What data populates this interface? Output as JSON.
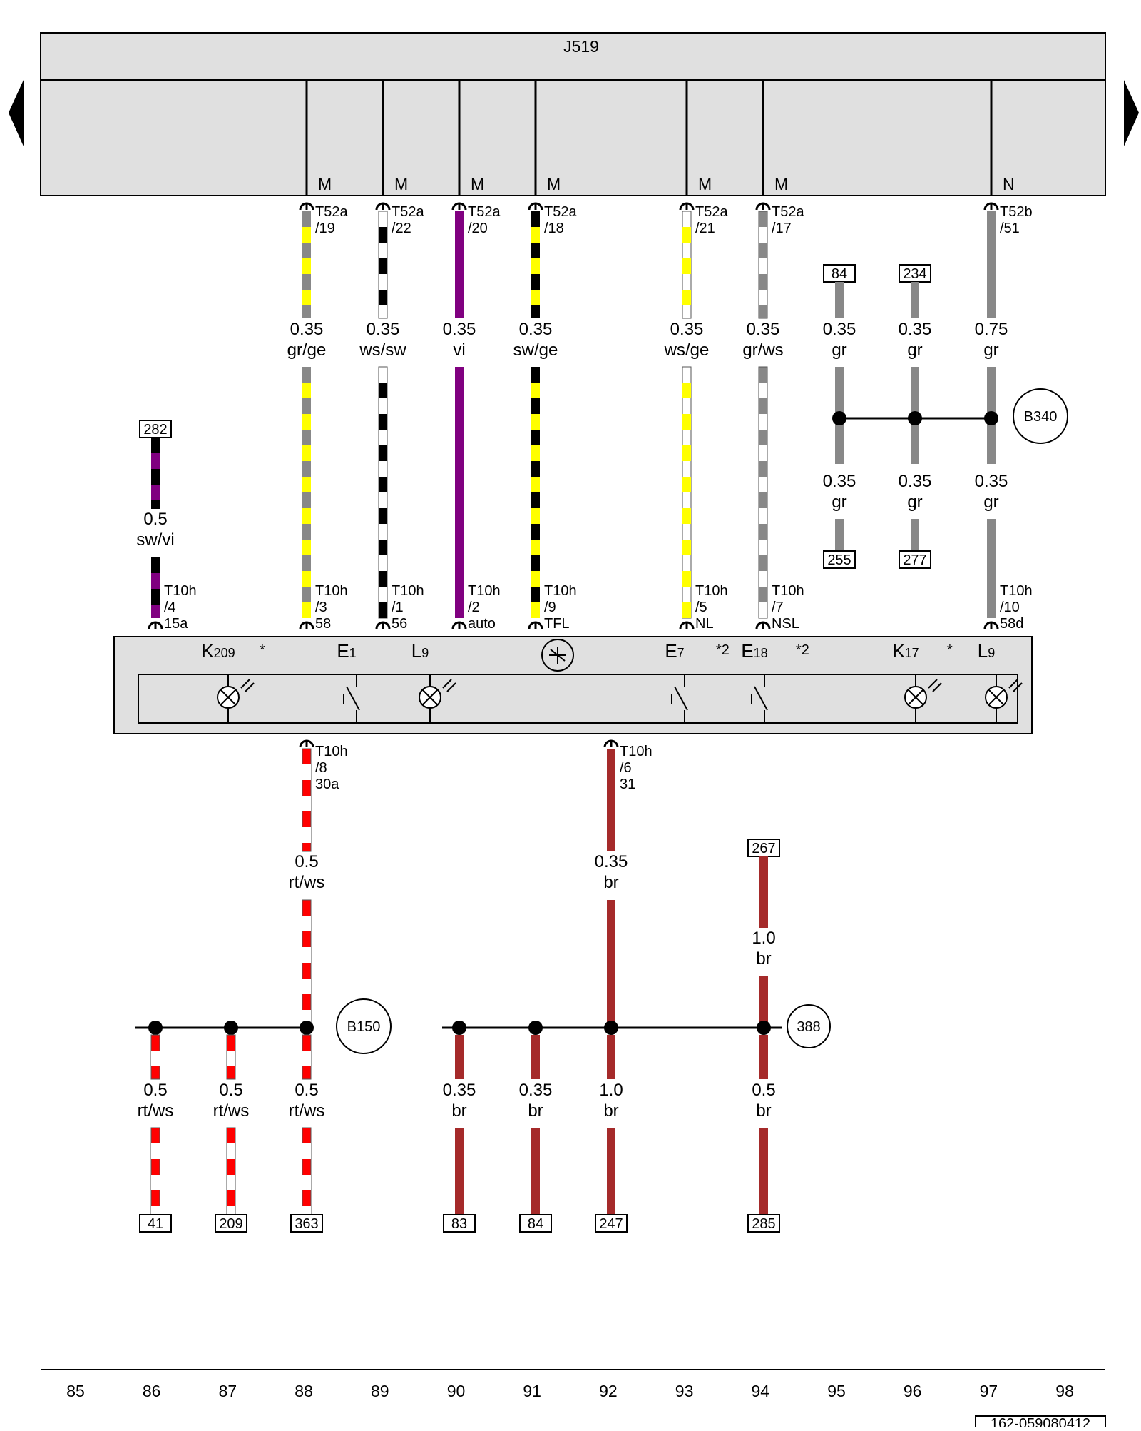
{
  "module": {
    "name": "J519"
  },
  "navigation": {
    "prev_icon": "triangle-left",
    "next_icon": "triangle-right"
  },
  "colors": {
    "gr": "#888888",
    "ge": "#ffff00",
    "ws": "#ffffff",
    "sw": "#000000",
    "vi": "#800080",
    "rt": "#ff0000",
    "br": "#a52a2a",
    "panel": "#e0e0e0"
  },
  "pin_wires": [
    {
      "pin": "M",
      "connector": "T52a",
      "terminal": "/19",
      "gauge": "0.35",
      "color_code": "gr/ge",
      "bottom_connector": "T10h",
      "bottom_terminal": "/3",
      "bottom_function": "58"
    },
    {
      "pin": "M",
      "connector": "T52a",
      "terminal": "/22",
      "gauge": "0.35",
      "color_code": "ws/sw",
      "bottom_connector": "T10h",
      "bottom_terminal": "/1",
      "bottom_function": "56"
    },
    {
      "pin": "M",
      "connector": "T52a",
      "terminal": "/20",
      "gauge": "0.35",
      "color_code": "vi",
      "bottom_connector": "T10h",
      "bottom_terminal": "/2",
      "bottom_function": "auto"
    },
    {
      "pin": "M",
      "connector": "T52a",
      "terminal": "/18",
      "gauge": "0.35",
      "color_code": "sw/ge",
      "bottom_connector": "T10h",
      "bottom_terminal": "/9",
      "bottom_function": "TFL"
    },
    {
      "pin": "M",
      "connector": "T52a",
      "terminal": "/21",
      "gauge": "0.35",
      "color_code": "ws/ge",
      "bottom_connector": "T10h",
      "bottom_terminal": "/5",
      "bottom_function": "NL"
    },
    {
      "pin": "M",
      "connector": "T52a",
      "terminal": "/17",
      "gauge": "0.35",
      "color_code": "gr/ws",
      "bottom_connector": "T10h",
      "bottom_terminal": "/7",
      "bottom_function": "NSL"
    },
    {
      "pin": "N",
      "connector": "T52b",
      "terminal": "/51",
      "gauge": "0.75",
      "color_code": "gr",
      "lower_gauge": "0.35",
      "lower_color_code": "gr",
      "bottom_connector": "T10h",
      "bottom_terminal": "/10",
      "bottom_function": "58d"
    }
  ],
  "left_wire": {
    "ref": "282",
    "gauge": "0.5",
    "color_code": "sw/vi",
    "connector": "T10h",
    "terminal": "/4",
    "function": "15a"
  },
  "splice_b340": {
    "name": "B340",
    "top_refs": [
      "84",
      "234"
    ],
    "top_gauges": [
      "0.35",
      "0.35"
    ],
    "top_colors": [
      "gr",
      "gr"
    ],
    "bottom_gauges": [
      "0.35",
      "0.35"
    ],
    "bottom_colors": [
      "gr",
      "gr"
    ],
    "bottom_refs": [
      "255",
      "277"
    ]
  },
  "components": [
    {
      "letter": "K",
      "sub": "209",
      "note": "*"
    },
    {
      "letter": "E",
      "sub": "1",
      "note": ""
    },
    {
      "letter": "L",
      "sub": "9",
      "note": ""
    },
    {
      "letter": "E",
      "sub": "7",
      "note": "*2"
    },
    {
      "letter": "E",
      "sub": "18",
      "note": "*2"
    },
    {
      "letter": "K",
      "sub": "17",
      "note": "*"
    },
    {
      "letter": "L",
      "sub": "9",
      "note": ""
    }
  ],
  "lower_left_wire": {
    "connector": "T10h",
    "terminal": "/8",
    "function": "30a",
    "gauge": "0.5",
    "color_code": "rt/ws"
  },
  "lower_mid_wire": {
    "connector": "T10h",
    "terminal": "/6",
    "function": "31",
    "gauge": "0.35",
    "color_code": "br"
  },
  "splice_b150": {
    "name": "B150",
    "branches": [
      {
        "gauge": "0.5",
        "color_code": "rt/ws",
        "ref": "41"
      },
      {
        "gauge": "0.5",
        "color_code": "rt/ws",
        "ref": "209"
      },
      {
        "gauge": "0.5",
        "color_code": "rt/ws",
        "ref": "363"
      }
    ]
  },
  "ground_388": {
    "name": "388",
    "top_ref": "267",
    "top_gauge": "1.0",
    "top_color_code": "br",
    "branches": [
      {
        "gauge": "0.35",
        "color_code": "br",
        "ref": "83"
      },
      {
        "gauge": "0.35",
        "color_code": "br",
        "ref": "84"
      },
      {
        "gauge": "1.0",
        "color_code": "br",
        "ref": "247"
      },
      {
        "gauge": "0.5",
        "color_code": "br",
        "ref": "285"
      }
    ]
  },
  "columns": [
    "85",
    "86",
    "87",
    "88",
    "89",
    "90",
    "91",
    "92",
    "93",
    "94",
    "95",
    "96",
    "97",
    "98"
  ],
  "doc_id": "162-059080412"
}
